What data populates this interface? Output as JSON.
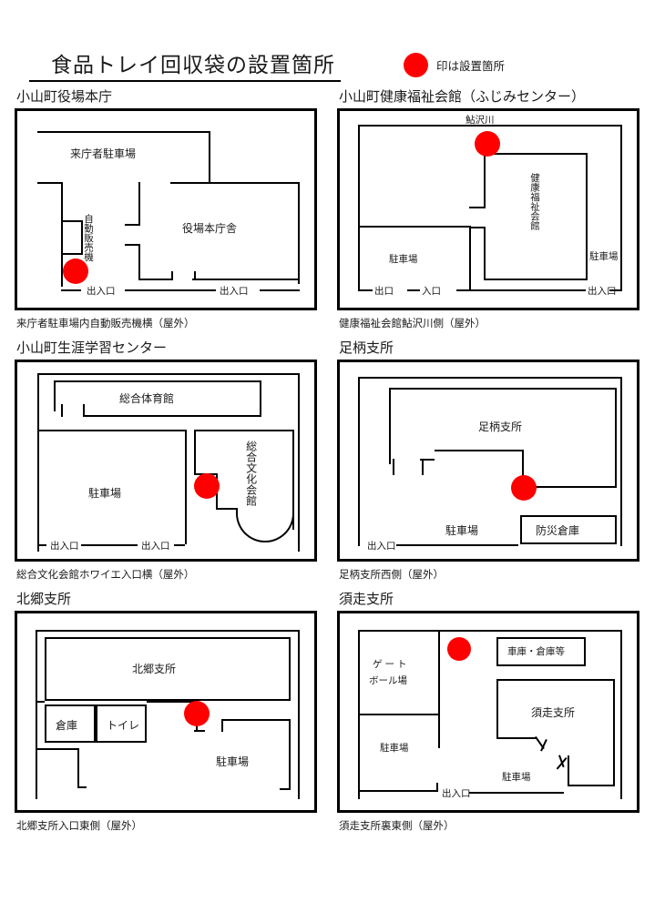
{
  "document": {
    "title": "食品トレイ回収袋の設置箇所",
    "legend": {
      "marker": "red-circle",
      "color": "#FF0000",
      "text": "印は設置箇所"
    }
  },
  "maps": [
    {
      "id": "oyama-town-hall",
      "title": "小山町役場本庁",
      "caption": "来庁者駐車場内自動販売機横（屋外）",
      "labels": {
        "parking": "来庁者駐車場",
        "vending": "自動販売機",
        "building": "役場本庁舎",
        "entrance_left": "出入口",
        "entrance_right": "出入口"
      }
    },
    {
      "id": "health-welfare-hall",
      "title": "小山町健康福祉会館（ふじみセンター）",
      "caption": "健康福祉会館鮎沢川側（屋外）",
      "labels": {
        "river": "鮎沢川",
        "building": "健康福祉会館",
        "parking_left": "駐車場",
        "parking_right": "駐車場",
        "exit": "出口",
        "entry": "入口",
        "entrance": "出入口"
      }
    },
    {
      "id": "lifelong-learning-center",
      "title": "小山町生涯学習センター",
      "caption": "総合文化会館ホワイエ入口横（屋外）",
      "labels": {
        "gym": "総合体育館",
        "parking": "駐車場",
        "culture_hall": "総合文化会館",
        "entrance_left": "出入口",
        "entrance_right": "出入口"
      }
    },
    {
      "id": "ashigara-branch",
      "title": "足柄支所",
      "caption": "足柄支所西側（屋外）",
      "labels": {
        "building": "足柄支所",
        "parking": "駐車場",
        "warehouse": "防災倉庫",
        "entrance": "出入口"
      }
    },
    {
      "id": "kitago-branch",
      "title": "北郷支所",
      "caption": "北郷支所入口東側（屋外）",
      "labels": {
        "building": "北郷支所",
        "storage": "倉庫",
        "toilet": "トイレ",
        "parking": "駐車場"
      }
    },
    {
      "id": "subashiri-branch",
      "title": "須走支所",
      "caption": "須走支所裏東側（屋外）",
      "labels": {
        "gateball": "ゲート\nボール場",
        "gateball_line1": "ゲート",
        "gateball_line2": "ボール場",
        "garage": "車庫・倉庫等",
        "building": "須走支所",
        "parking_left": "駐車場",
        "parking_bottom": "駐車場",
        "entrance": "出入口"
      }
    }
  ]
}
